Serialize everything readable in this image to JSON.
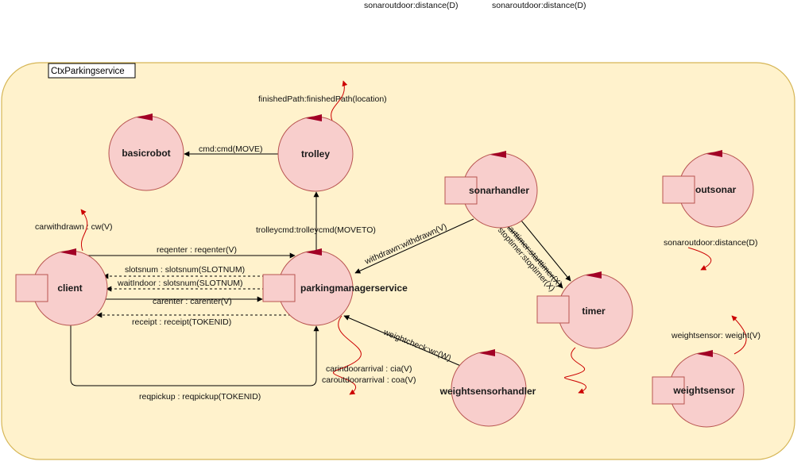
{
  "top_labels": [
    "sonaroutdoor:distance(D)",
    "sonaroutdoor:distance(D)"
  ],
  "context": {
    "label": "CtxParkingservice"
  },
  "nodes": {
    "basicrobot": "basicrobot",
    "trolley": "trolley",
    "client": "client",
    "parkingmanagerservice": "parkingmanagerservice",
    "sonarhandler": "sonarhandler",
    "outsonar": "outsonar",
    "timer": "timer",
    "weightsensorhandler": "weightsensorhandler",
    "weightsensor": "weightsensor"
  },
  "edges": {
    "cmd": "cmd:cmd(MOVE)",
    "finished_path": "finishedPath:finishedPath(location)",
    "trolleycmd": "trolleycmd:trolleycmd(MOVETO)",
    "carwithdrawn": "carwithdrawn : cw(V)",
    "reqenter": "reqenter : reqenter(V)",
    "slotsnum": "slotsnum : slotsnum(SLOTNUM)",
    "wait_indoor": "waitIndoor : slotsnum(SLOTNUM)",
    "carenter": "carenter : carenter(V)",
    "receipt": "receipt : receipt(TOKENID)",
    "reqpickup": "reqpickup : reqpickup(TOKENID)",
    "withdrawn": "withdrawn:withdrawn(V)",
    "starttimer": "starttimer:starttimer(X)",
    "stoptimer": "stoptimer:stoptimer(X)",
    "weightcheck": "weightcheck:wc(W)",
    "cia": "carindoorarrival : cia(V)",
    "coa": "caroutdoorarrival : coa(V)",
    "sonaroutdoor": "sonaroutdoor:distance(D)",
    "weight": "weightsensor: weight(V)"
  },
  "colors": {
    "context_fill": "#fff2cc",
    "context_stroke": "#d6b656",
    "actor_fill": "#f8cecc",
    "actor_stroke": "#b85450",
    "actor_marker": "#a20025",
    "edge_stroke": "#000000",
    "self_loop_stroke": "#cc0000"
  }
}
